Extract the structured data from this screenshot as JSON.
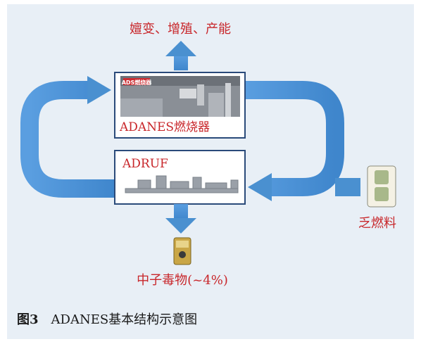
{
  "diagram": {
    "top_output_label": "嬗变、增殖、产能",
    "burner_label": "ADANES燃烧器",
    "burner_inner_label": "ADS燃烧器",
    "adruf_label": "ADRUF",
    "spent_fuel_label": "乏燃料",
    "bottom_output_label": "中子毒物(~4%)"
  },
  "caption": {
    "figure": "图3",
    "title": "ADANES基本结构示意图"
  },
  "colors": {
    "arrow_blue": "#4a90d0",
    "arrow_blue_light": "#7db4e6",
    "label_red": "#c8262a",
    "box_border": "#2a4a7a",
    "panel_bg": "#e8eff6"
  }
}
